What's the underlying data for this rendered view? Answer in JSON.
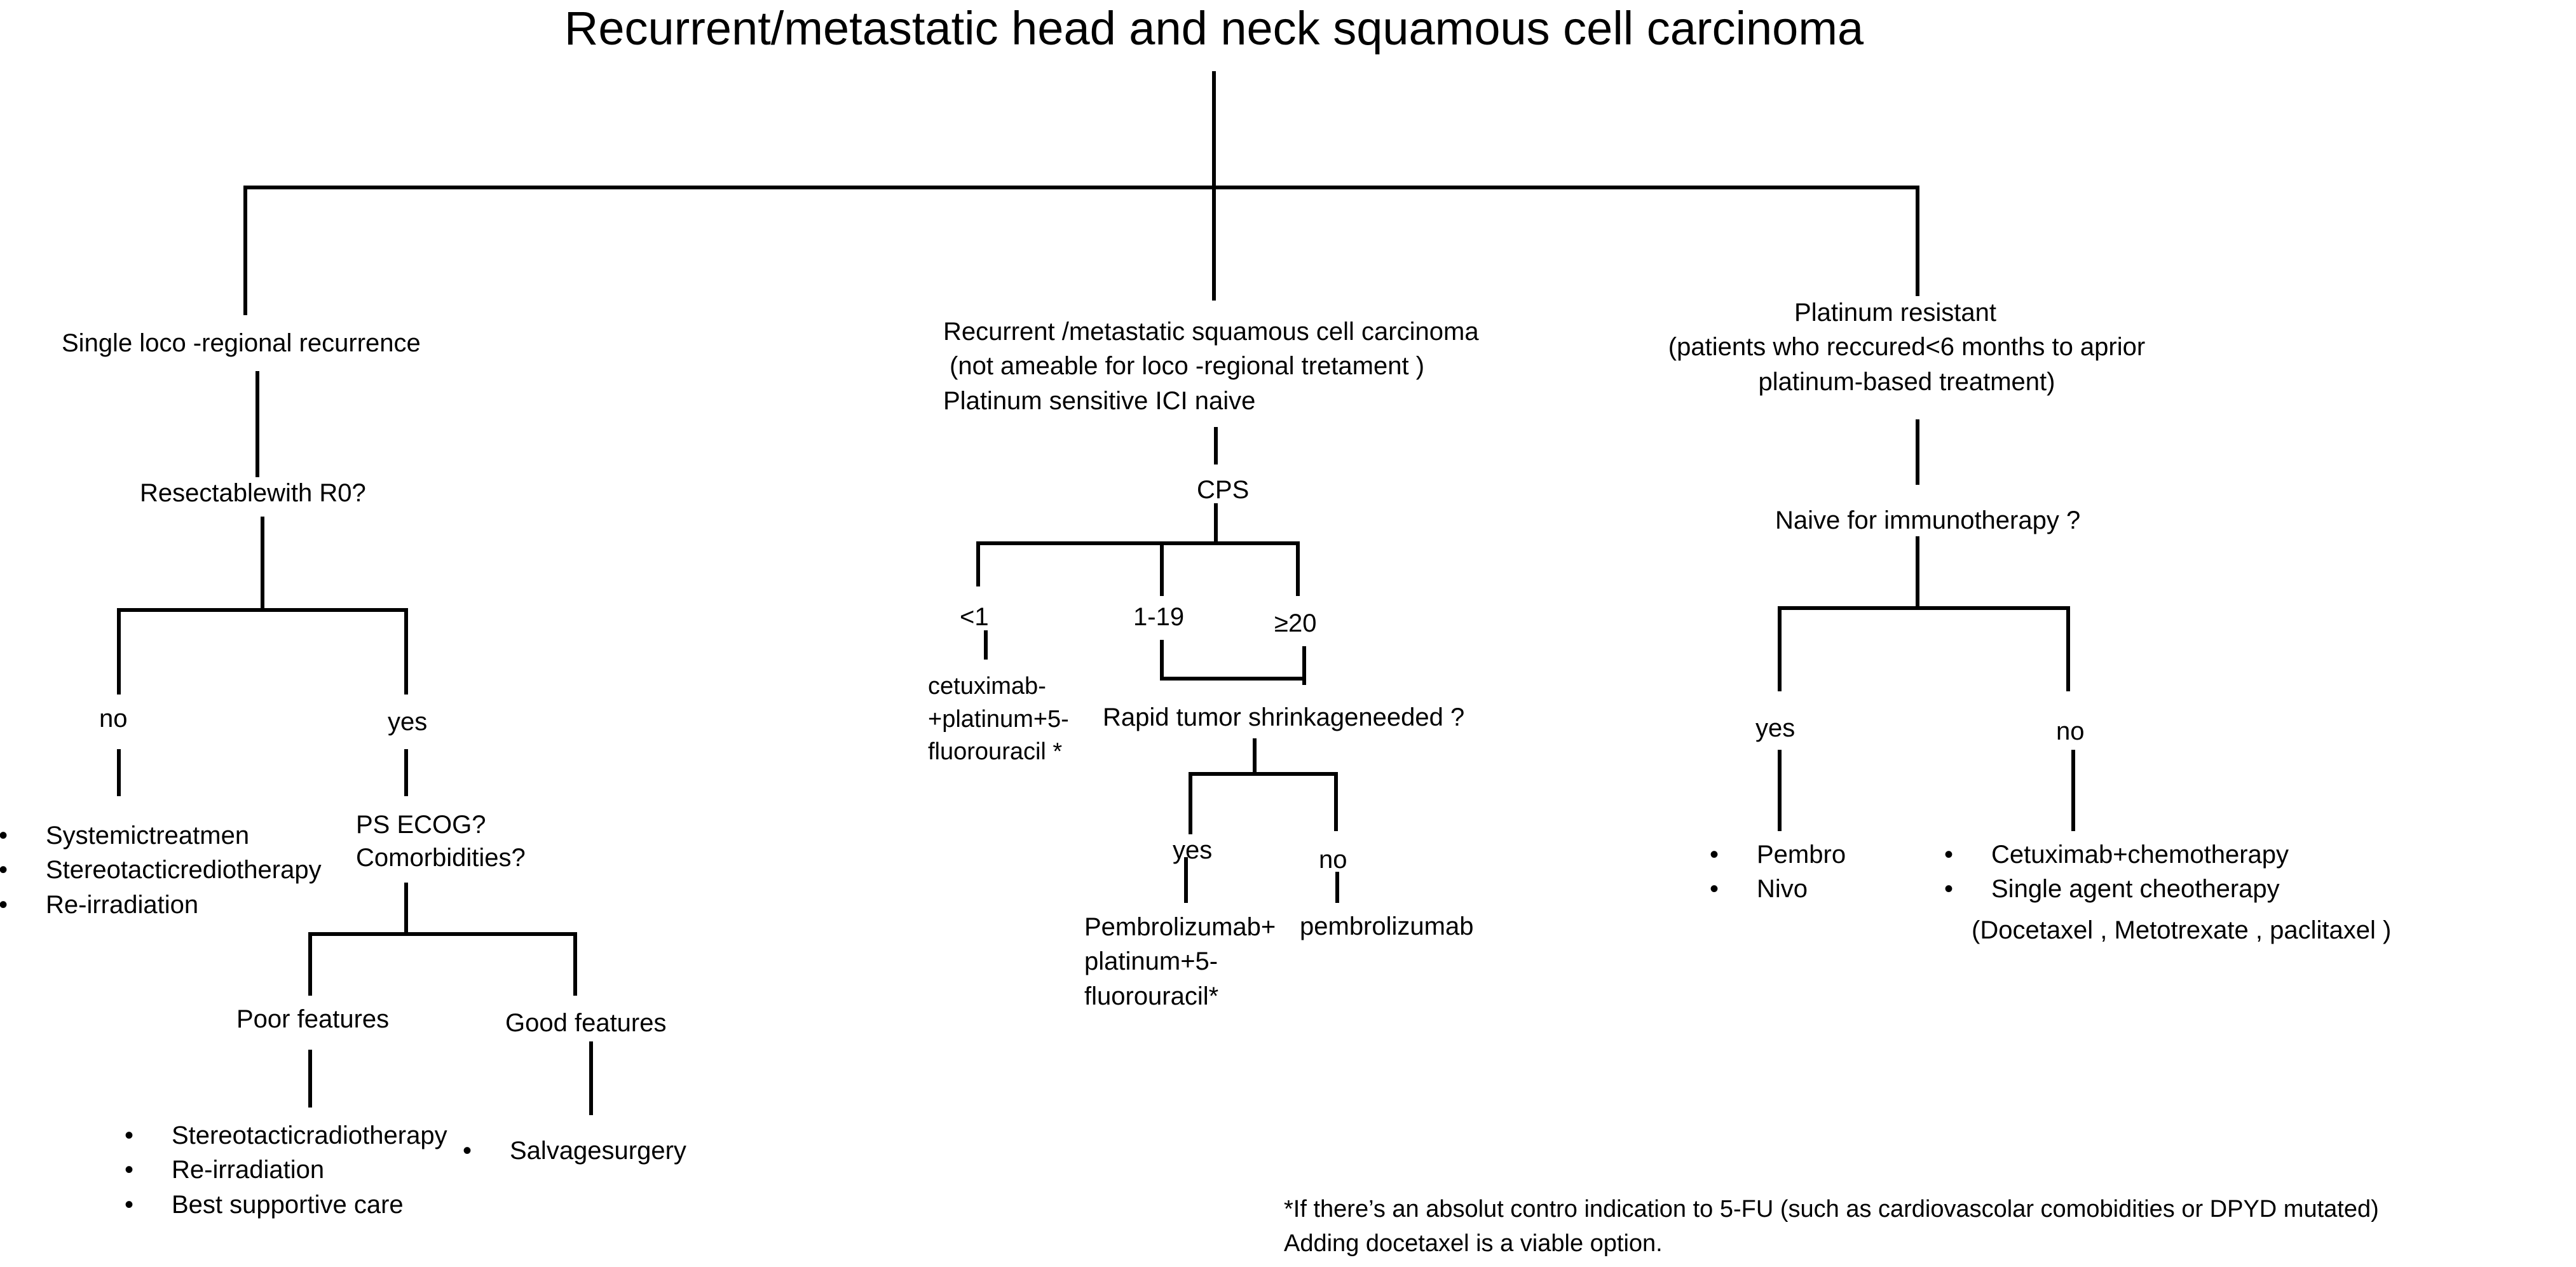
{
  "title": "Recurrent/metastatic head and neck squamous cell carcinoma",
  "left": {
    "header": "Single loco -regional recurrence",
    "question": "Resectablewith R0?",
    "no_label": "no",
    "no_options": [
      "Systemictreatmen",
      "Stereotacticrediotherapy",
      "Re-irradiation"
    ],
    "yes_label": "yes",
    "yes_question": [
      "PS ECOG?",
      "Comorbidities?"
    ],
    "poor_label": "Poor features",
    "poor_options": [
      "Stereotacticradiotherapy",
      "Re-irradiation",
      "Best supportive care"
    ],
    "good_label": "Good features",
    "good_options": [
      "Salvagesurgery"
    ]
  },
  "center": {
    "header": [
      "Recurrent /metastatic  squamous   cell carcinoma",
      "(not ameable  for loco -regional tretament )",
      "Platinum sensitive ICI    naive"
    ],
    "cps_label": "CPS",
    "branch_lt1": "<1",
    "branch_1_19": "1-19",
    "branch_ge20": "≥20",
    "lt1_treatment": [
      "cetuximab-",
      "+platinum+5-",
      "fluorouracil *"
    ],
    "question": "Rapid tumor shrinkageneeded ?",
    "yes_label": "yes",
    "no_label": "no",
    "yes_treatment": [
      "Pembrolizumab+",
      "platinum+5-",
      "fluorouracil*"
    ],
    "no_treatment": "pembrolizumab"
  },
  "right": {
    "header": [
      "Platinum resistant",
      "(patients who reccured<6 months to aprior",
      "platinum-based treatment)"
    ],
    "question": "Naive for immunotherapy  ?",
    "yes_label": "yes",
    "no_label": "no",
    "yes_options": [
      "Pembro",
      "Nivo"
    ],
    "no_options": [
      "Cetuximab+chemotherapy",
      "Single agent cheotherapy"
    ],
    "no_options_note": "(Docetaxel , Metotrexate , paclitaxel )"
  },
  "footnote": [
    "*If there’s an absolut contro indication  to 5-FU (such  as cardiovascolar  comobidities   or DPYD mutated)",
    "Adding docetaxel  is a viable option."
  ]
}
